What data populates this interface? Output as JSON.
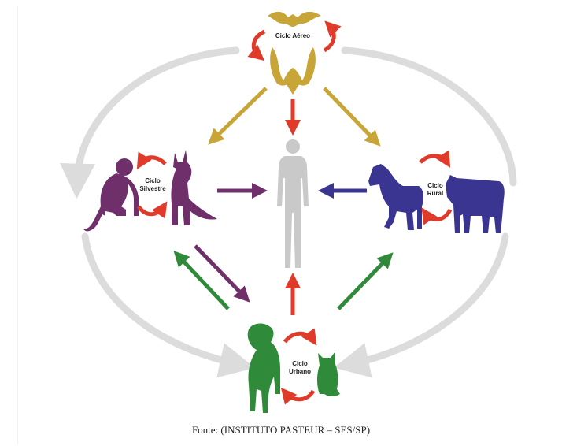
{
  "colors": {
    "ring": "#dcdcdc",
    "aereo": "#c8a537",
    "silvestre": "#6e2f6a",
    "rural": "#3a3591",
    "urbano": "#2f8a3a",
    "red": "#e03a2a",
    "human": "#c9c9c9"
  },
  "cycles": {
    "aereo": {
      "label_l1": "Ciclo Aéreo",
      "icon": "bat-icon"
    },
    "silvestre": {
      "label_l1": "Ciclo",
      "label_l2": "Silvestre",
      "icons": [
        "monkey-icon",
        "fox-icon"
      ]
    },
    "rural": {
      "label_l1": "Ciclo",
      "label_l2": "Rural",
      "icons": [
        "horse-icon",
        "cow-icon"
      ]
    },
    "urbano": {
      "label_l1": "Ciclo",
      "label_l2": "Urbano",
      "icons": [
        "dog-icon",
        "cat-icon"
      ]
    }
  },
  "center": {
    "icon": "human-icon"
  },
  "caption": "Fonte: (INSTITUTO PASTEUR – SES/SP)"
}
